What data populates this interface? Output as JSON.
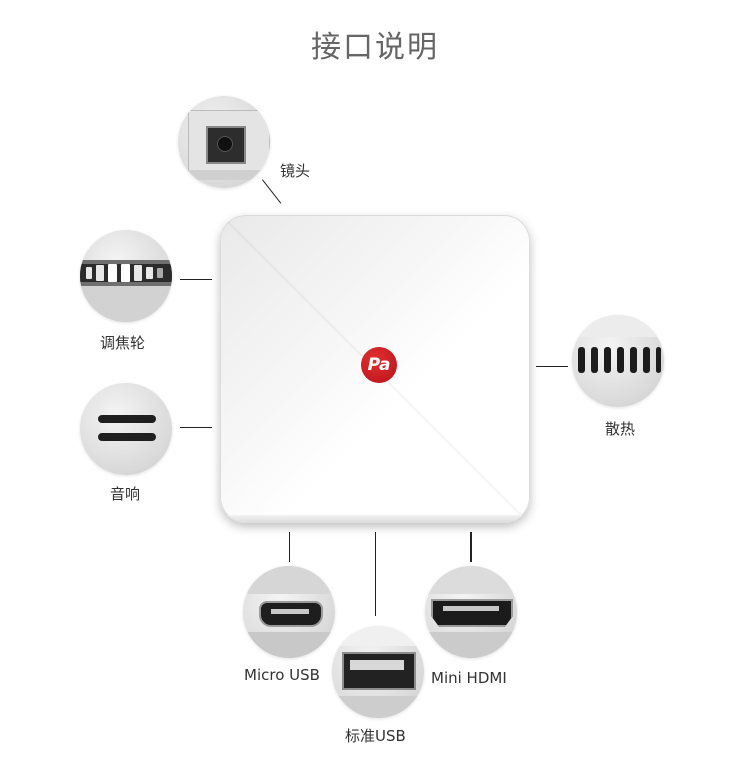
{
  "page": {
    "title": "接口说明"
  },
  "device": {
    "logo_text": "Pa",
    "logo_color": "#c8161d"
  },
  "ports": {
    "camera": {
      "label": "镜头",
      "icon": "camera-lens-icon"
    },
    "focus_wheel": {
      "label": "调焦轮",
      "icon": "focus-wheel-icon"
    },
    "speaker": {
      "label": "音响",
      "icon": "speaker-grille-icon"
    },
    "heat_vent": {
      "label": "散热",
      "icon": "heat-vent-icon"
    },
    "micro_usb": {
      "label": "Micro USB",
      "icon": "micro-usb-port-icon"
    },
    "usb": {
      "label": "标准USB",
      "icon": "usb-port-icon"
    },
    "mini_hdmi": {
      "label": "Mini HDMI",
      "icon": "mini-hdmi-port-icon"
    }
  }
}
